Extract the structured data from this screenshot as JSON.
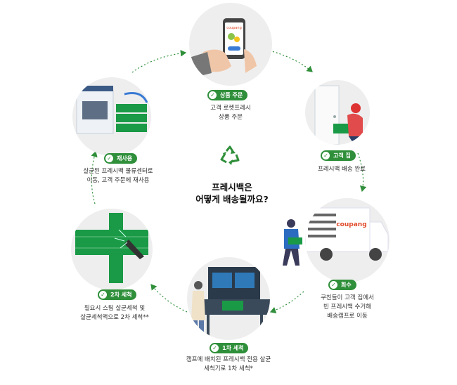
{
  "title": [
    "프레시백은",
    "어떻게 배송될까요?"
  ],
  "steps": {
    "order": {
      "badge": "상품 주문",
      "desc": [
        "고객 로켓프레시",
        "상품 주문"
      ]
    },
    "home": {
      "badge": "고객 집",
      "desc": [
        "프레시백 배송 완료"
      ]
    },
    "collect": {
      "badge": "회수",
      "desc": [
        "쿠친들이 고객 집에서",
        "빈 프레시백 수거해",
        "배송캠프로 이동"
      ]
    },
    "wash1": {
      "badge": "1차 세척",
      "desc": [
        "캠프에 배치된 프레시백 전용 살균",
        "세척기로 1차 세척*"
      ]
    },
    "wash2": {
      "badge": "2차 세척",
      "desc": [
        "필요시 스팀 살균세척 및",
        "살균세척액으로 2차 세척**"
      ]
    },
    "reuse": {
      "badge": "재사용",
      "desc": [
        "살균된 프레시백 물류센터로",
        "이동, 고객 주문에 재사용"
      ]
    }
  },
  "truck_logo": "coupang",
  "colors": {
    "accent": "#2f8f3a",
    "bag": "#1a9a46",
    "circle": "#eeeeee"
  },
  "icons": [
    "recycle-icon",
    "check-icon"
  ]
}
